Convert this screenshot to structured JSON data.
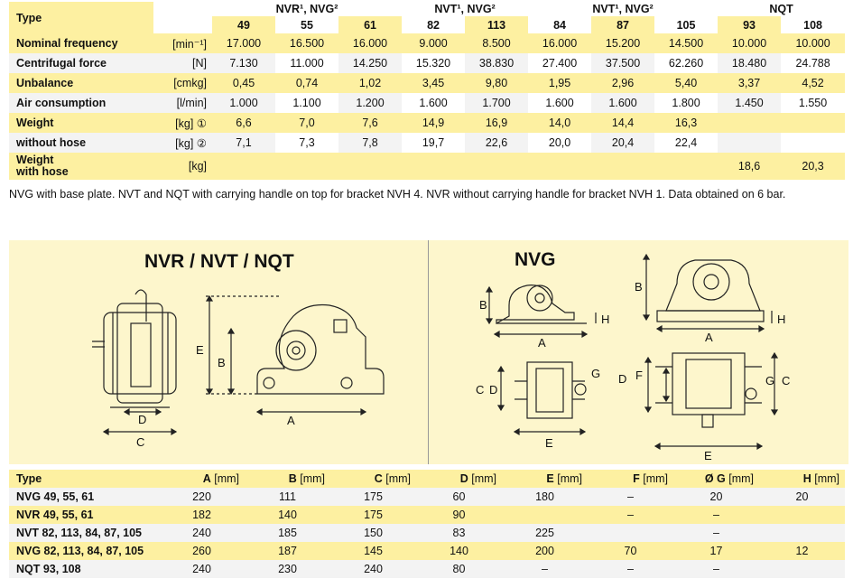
{
  "spec": {
    "type_label": "Type",
    "groups": [
      "NVR¹, NVG²",
      "NVT¹, NVG²",
      "NVT¹, NVG²",
      "NQT"
    ],
    "models": [
      "49",
      "55",
      "61",
      "82",
      "113",
      "84",
      "87",
      "105",
      "93",
      "108"
    ],
    "rows": [
      {
        "label": "Nominal frequency",
        "unit": "[min⁻¹]",
        "values": [
          "17.000",
          "16.500",
          "16.000",
          "9.000",
          "8.500",
          "16.000",
          "15.200",
          "14.500",
          "10.000",
          "10.000"
        ]
      },
      {
        "label": "Centrifugal force",
        "unit": "[N]",
        "values": [
          "7.130",
          "11.000",
          "14.250",
          "15.320",
          "38.830",
          "27.400",
          "37.500",
          "62.260",
          "18.480",
          "24.788"
        ]
      },
      {
        "label": "Unbalance",
        "unit": "[cmkg]",
        "values": [
          "0,45",
          "0,74",
          "1,02",
          "3,45",
          "9,80",
          "1,95",
          "2,96",
          "5,40",
          "3,37",
          "4,52"
        ]
      },
      {
        "label": "Air consumption",
        "unit": "[l/min]",
        "values": [
          "1.000",
          "1.100",
          "1.200",
          "1.600",
          "1.700",
          "1.600",
          "1.600",
          "1.800",
          "1.450",
          "1.550"
        ]
      },
      {
        "label": "Weight",
        "unit": "[kg] ①",
        "values": [
          "6,6",
          "7,0",
          "7,6",
          "14,9",
          "16,9",
          "14,0",
          "14,4",
          "16,3",
          "",
          ""
        ]
      },
      {
        "label": "without hose",
        "unit": "[kg] ②",
        "values": [
          "7,1",
          "7,3",
          "7,8",
          "19,7",
          "22,6",
          "20,0",
          "20,4",
          "22,4",
          "",
          ""
        ]
      },
      {
        "label": "Weight\nwith hose",
        "unit": "[kg]",
        "values": [
          "",
          "",
          "",
          "",
          "",
          "",
          "",
          "",
          "18,6",
          "20,3"
        ]
      }
    ]
  },
  "note": "NVG with base plate. NVT and NQT with carrying handle on top for bracket NVH 4. NVR without carrying handle for bracket NVH 1. Data obtained on 6 bar.",
  "panel": {
    "left_title": "NVR / NVT / NQT",
    "right_title": "NVG",
    "dim_letters": {
      "a": "A",
      "b": "B",
      "c": "C",
      "d": "D",
      "e": "E",
      "f": "F",
      "g": "G",
      "h": "H"
    }
  },
  "dims": {
    "headers": [
      {
        "l": "Type",
        "u": ""
      },
      {
        "l": "A",
        "u": "[mm]"
      },
      {
        "l": "B",
        "u": "[mm]"
      },
      {
        "l": "C",
        "u": "[mm]"
      },
      {
        "l": "D",
        "u": "[mm]"
      },
      {
        "l": "E",
        "u": "[mm]"
      },
      {
        "l": "F",
        "u": "[mm]"
      },
      {
        "l": "Ø G",
        "u": "[mm]"
      },
      {
        "l": "H",
        "u": "[mm]"
      }
    ],
    "rows": [
      {
        "type": "NVG 49, 55, 61",
        "values": [
          "220",
          "111",
          "175",
          "60",
          "180",
          "–",
          "20",
          "20"
        ]
      },
      {
        "type": "NVR 49, 55, 61",
        "values": [
          "182",
          "140",
          "175",
          "90",
          "",
          "–",
          "–",
          ""
        ]
      },
      {
        "type": "NVT 82, 113, 84, 87, 105",
        "values": [
          "240",
          "185",
          "150",
          "83",
          "225",
          "",
          "–",
          ""
        ]
      },
      {
        "type": "NVG 82, 113, 84, 87, 105",
        "values": [
          "260",
          "187",
          "145",
          "140",
          "200",
          "70",
          "17",
          "12"
        ]
      },
      {
        "type": "NQT 93, 108",
        "values": [
          "240",
          "230",
          "240",
          "80",
          "–",
          "–",
          "–",
          ""
        ]
      }
    ]
  },
  "colors": {
    "header_yellow": "#fdf0a1",
    "row_gray": "#f3f3f3",
    "panel_bg": "#fdf6cc"
  }
}
